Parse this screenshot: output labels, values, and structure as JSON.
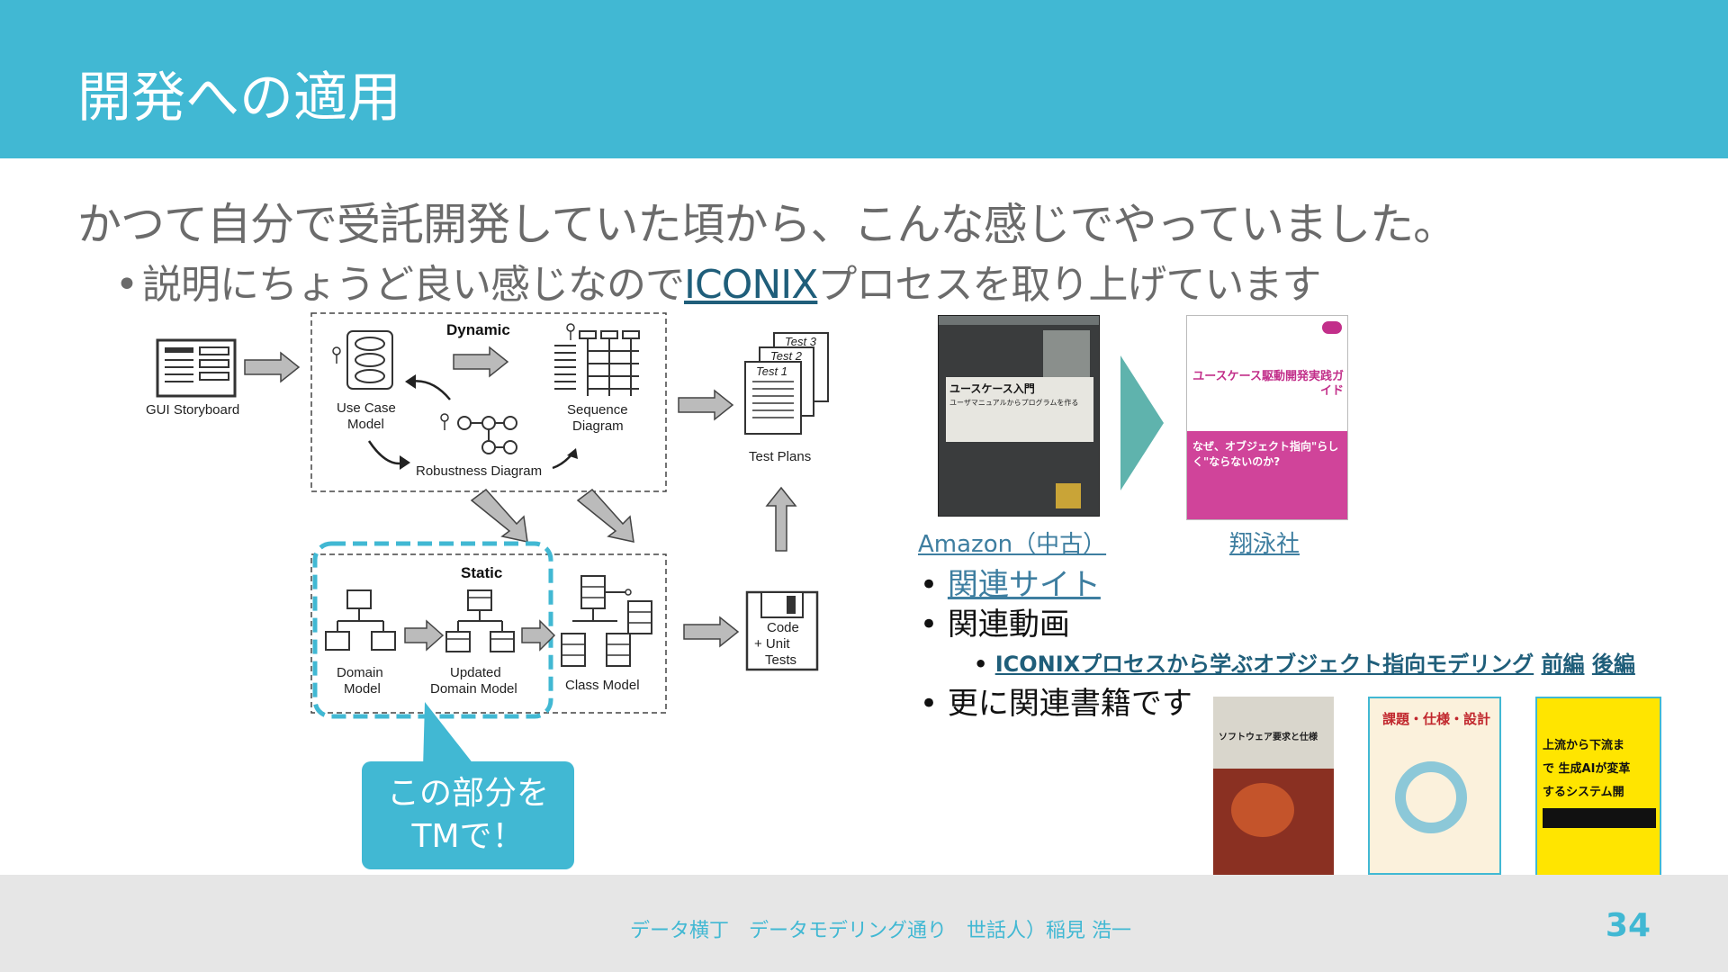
{
  "header": {
    "title": "開発への適用"
  },
  "main": {
    "lead": "かつて自分で受託開発していた頃から、こんな感じでやっていました。",
    "bullet_before": "説明にちょうど良い感じなので",
    "bullet_link": "ICONIX",
    "bullet_after": "プロセスを取り上げています"
  },
  "diagram": {
    "dynamic": "Dynamic",
    "static": "Static",
    "gui_storyboard": "GUI Storyboard",
    "use_case_model_1": "Use Case",
    "use_case_model_2": "Model",
    "robustness": "Robustness Diagram",
    "sequence_1": "Sequence",
    "sequence_2": "Diagram",
    "test3": "Test 3",
    "test2": "Test 2",
    "test1": "Test 1",
    "test_plans": "Test Plans",
    "domain_1": "Domain",
    "domain_2": "Model",
    "updated_1": "Updated",
    "updated_2": "Domain Model",
    "class_model": "Class Model",
    "code": "Code",
    "unit": "+ Unit",
    "tests": "Tests"
  },
  "callout": {
    "line1": "この部分を",
    "line2": "TMで！"
  },
  "books": {
    "amazon_caption": "Amazon（中古）",
    "shoeisha_caption": "翔泳社",
    "book1_title": "ユースケース入門",
    "book1_subtitle": "ユーザマニュアルからプログラムを作る",
    "book2_title": "ユースケース駆動開発実践ガイド",
    "book2_tagline": "なぜ、オブジェクト指向\"らしく\"ならないのか?",
    "book3_title": "ソフトウェア要求と仕様",
    "book4_title": "課題・仕様・設計",
    "book5_title": "上流から下流まで 生成AIが変革するシステム開発"
  },
  "list": {
    "item1": "関連サイト",
    "item2": "関連動画",
    "sub_link": "ICONIXプロセスから学ぶオブジェクト指向モデリング",
    "sub_part1": "前編",
    "sub_part2": "後編",
    "item3": "更に関連書籍です"
  },
  "footer": {
    "center": "データ横丁　データモデリング通り　世話人）稲見 浩一",
    "page": "34"
  },
  "colors": {
    "accent": "#41b8d3",
    "link": "#1f5e7a",
    "arrow": "#5fb3ad"
  }
}
